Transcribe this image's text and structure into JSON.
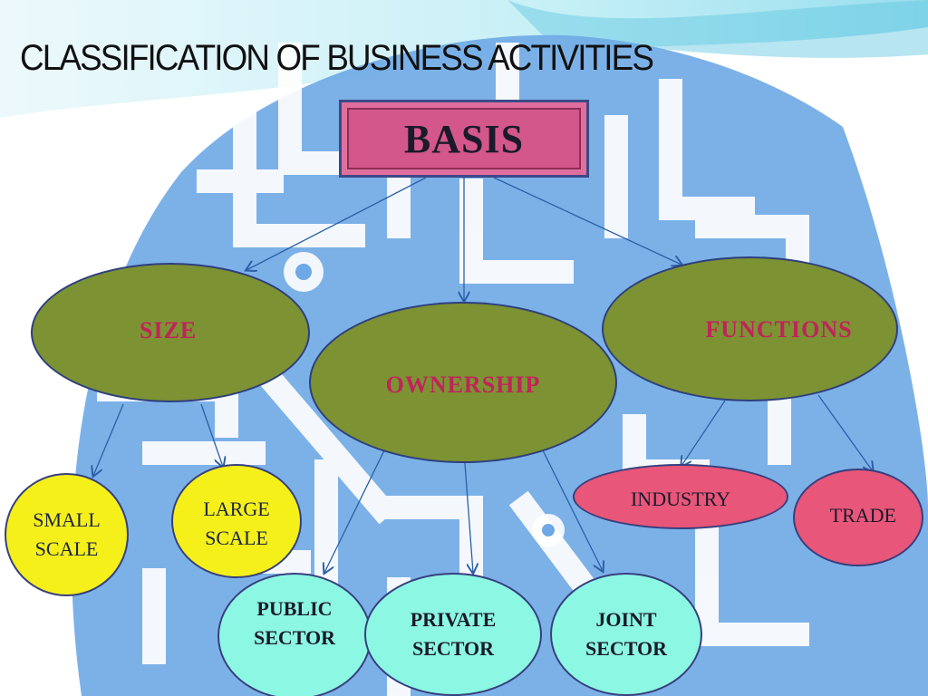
{
  "slide": {
    "title": "CLASSIFICATION OF BUSINESS ACTIVITIES",
    "colors": {
      "background_pattern": "#6ea8e6",
      "root_box": "#d3578a",
      "category_nodes": "#7c9233",
      "category_text": "#c0245a",
      "size_leaves": "#f5f01a",
      "function_leaves": "#e8567a",
      "ownership_leaves": "#8cf7e3",
      "connectors": "#2b5fa8"
    }
  },
  "diagram": {
    "root": "BASIS",
    "categories": {
      "size": "SIZE",
      "ownership": "OWNERSHIP",
      "functions": "FUNCTIONS"
    },
    "leaves": {
      "small_scale": "SMALL\nSCALE",
      "large_scale": "LARGE\nSCALE",
      "public_sector": "PUBLIC\nSECTOR",
      "private_sector": "PRIVATE\nSECTOR",
      "joint_sector": "JOINT\nSECTOR",
      "industry": "INDUSTRY",
      "trade": "TRADE"
    }
  }
}
